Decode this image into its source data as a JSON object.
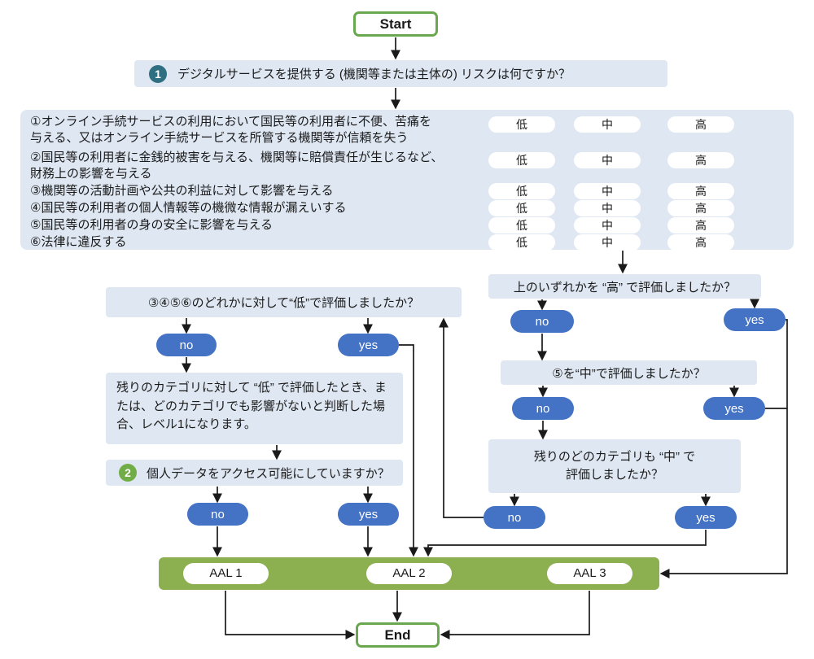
{
  "colors": {
    "light_blue_box": "#DEE7F2",
    "decision_pill_blue": "#4472C4",
    "aal_bar_green": "#8CB050",
    "terminal_border_green": "#6AA84F",
    "step1_circle_teal": "#2E7082",
    "step2_circle_green": "#70AD47",
    "level_pill_white": "#FFFFFF"
  },
  "labels": {
    "no": "no",
    "yes": "yes"
  },
  "start": {
    "label": "Start"
  },
  "end": {
    "label": "End"
  },
  "question1": {
    "number": "1",
    "text": "デジタルサービスを提供する (機関等または主体の) リスクは何ですか？"
  },
  "risk_box": {
    "levels": [
      "低",
      "中",
      "高"
    ],
    "rows": [
      {
        "line1": "①オンライン手続サービスの利用において国民等の利用者に不便、苦痛を",
        "line2": "与える、又はオンライン手続サービスを所管する機関等が信頼を失う"
      },
      {
        "line1": "②国民等の利用者に金銭的被害を与える、機関等に賠償責任が生じるなど、",
        "line2": "財務上の影響を与える"
      },
      {
        "line1": "③機関等の活動計画や公共の利益に対して影響を与える"
      },
      {
        "line1": "④国民等の利用者の個人情報等の機微な情報が漏えいする"
      },
      {
        "line1": "⑤国民等の利用者の身の安全に影響を与える"
      },
      {
        "line1": "⑥法律に違反する"
      }
    ]
  },
  "right_branch": {
    "q_any_high": "上のいずれかを “高” で評価しましたか？",
    "q_safety_mid": "⑤を“中”で評価しましたか？",
    "q_rest_mid": {
      "line1": "残りのどのカテゴリも “中” で",
      "line2": "評価しましたか？"
    }
  },
  "left_branch": {
    "q_low_3456": "③④⑤⑥のどれかに対して“低”で評価しましたか？",
    "level1_note": "残りのカテゴリに対して “低” で評価したとき、または、どのカテゴリでも影響がないと判断した場合、レベル1になります。",
    "question2": {
      "number": "2",
      "text": "個人データをアクセス可能にしていますか？"
    }
  },
  "aal_bar": {
    "aal1": "AAL 1",
    "aal2": "AAL 2",
    "aal3": "AAL 3"
  }
}
